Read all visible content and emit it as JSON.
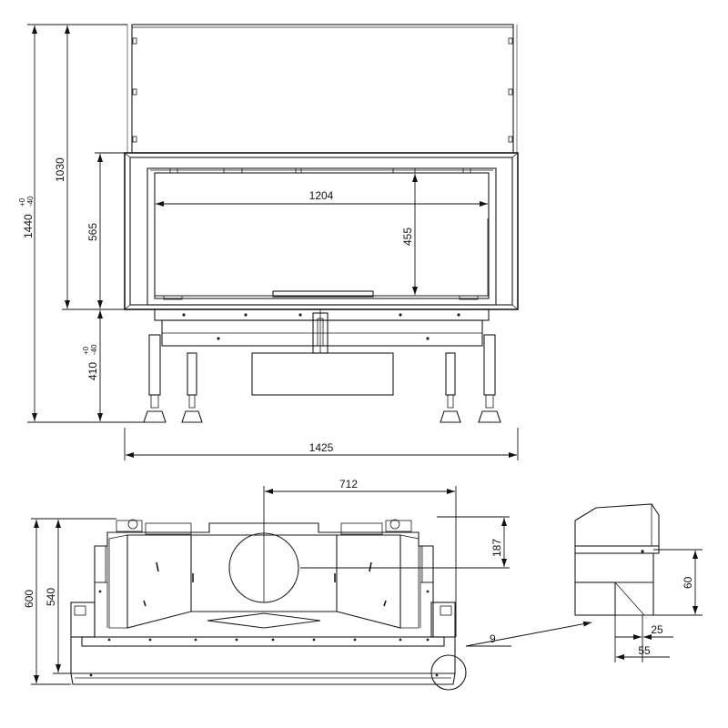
{
  "drawing": {
    "front_view": {
      "height_total": "1440",
      "height_total_tol_upper": "+0",
      "height_total_tol_lower": "-40",
      "height_upper": "1030",
      "height_frame": "565",
      "height_base": "410",
      "height_base_tol_upper": "+0",
      "height_base_tol_lower": "-40",
      "glass_width": "1204",
      "glass_height": "455",
      "overall_width": "1425"
    },
    "top_view": {
      "depth_total": "600",
      "depth_inner": "540",
      "offset_width": "712",
      "offset_depth": "187"
    },
    "detail": {
      "callout": "9",
      "height": "60",
      "width_small": "25",
      "width_large": "55"
    }
  }
}
